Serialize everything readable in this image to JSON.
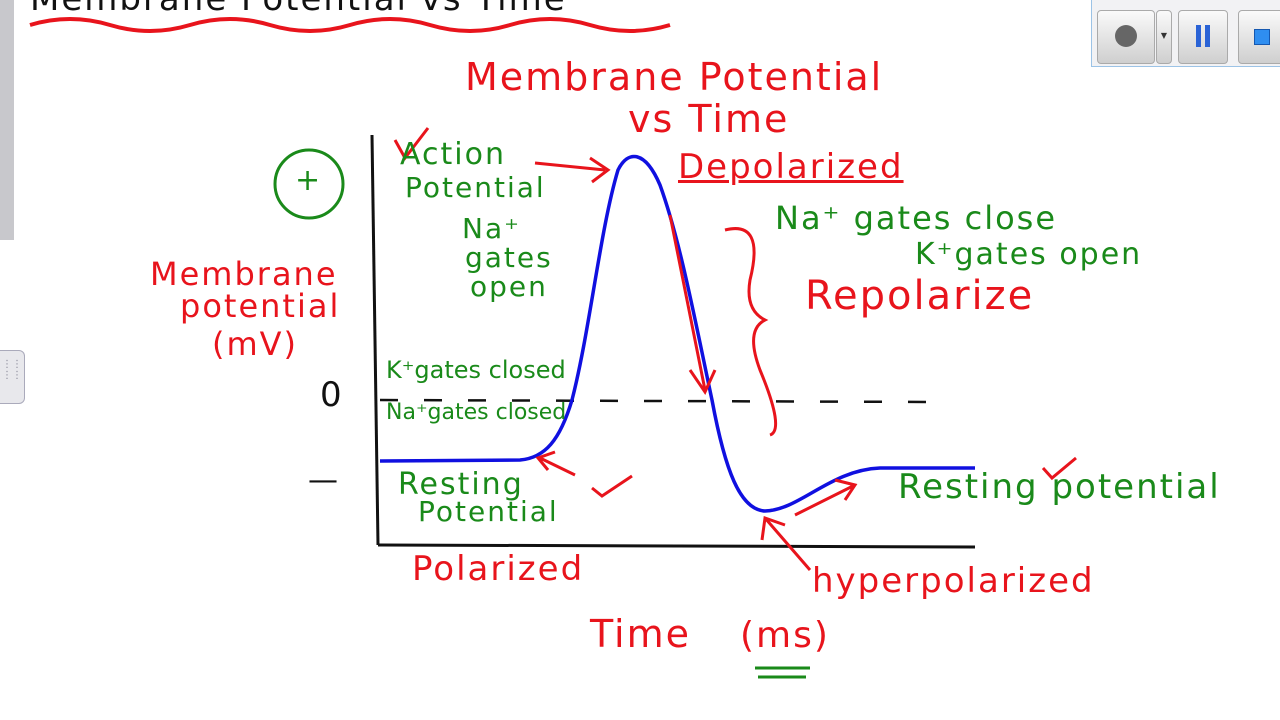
{
  "page_heading": "Membrane Potential vs Time",
  "diagram_title": [
    "Membrane Potential",
    "vs Time"
  ],
  "y_axis": {
    "label": [
      "Membrane",
      "potential",
      "(mV)"
    ],
    "plus_label": "+",
    "zero_label": "0",
    "minus_label": "—"
  },
  "x_axis": {
    "label": "Time",
    "unit": "(ms)"
  },
  "annotations": {
    "action_potential": [
      "Action",
      "Potential"
    ],
    "na_open": [
      "Na⁺",
      "gates",
      "open"
    ],
    "k_closed": "K⁺gates closed",
    "na_closed": "Na⁺gates closed",
    "resting_left": [
      "Resting",
      "Potential"
    ],
    "polarized": "Polarized",
    "depolarized": "Depolarized",
    "na_close": "Na⁺ gates close",
    "k_open": "K⁺gates open",
    "repolarize": "Repolarize",
    "resting_right": "Resting potential",
    "hyperpolarized": "hyperpolarized",
    "check": "✓"
  },
  "colors": {
    "curve": "#1010e0",
    "red_ink": "#e8141c",
    "green_ink": "#1a8a1a",
    "black_ink": "#111111"
  },
  "recorder": {
    "record_icon": "record-icon",
    "dropdown_icon": "chevron-down-icon",
    "pause_icon": "pause-icon",
    "stop_icon": "stop-icon"
  }
}
